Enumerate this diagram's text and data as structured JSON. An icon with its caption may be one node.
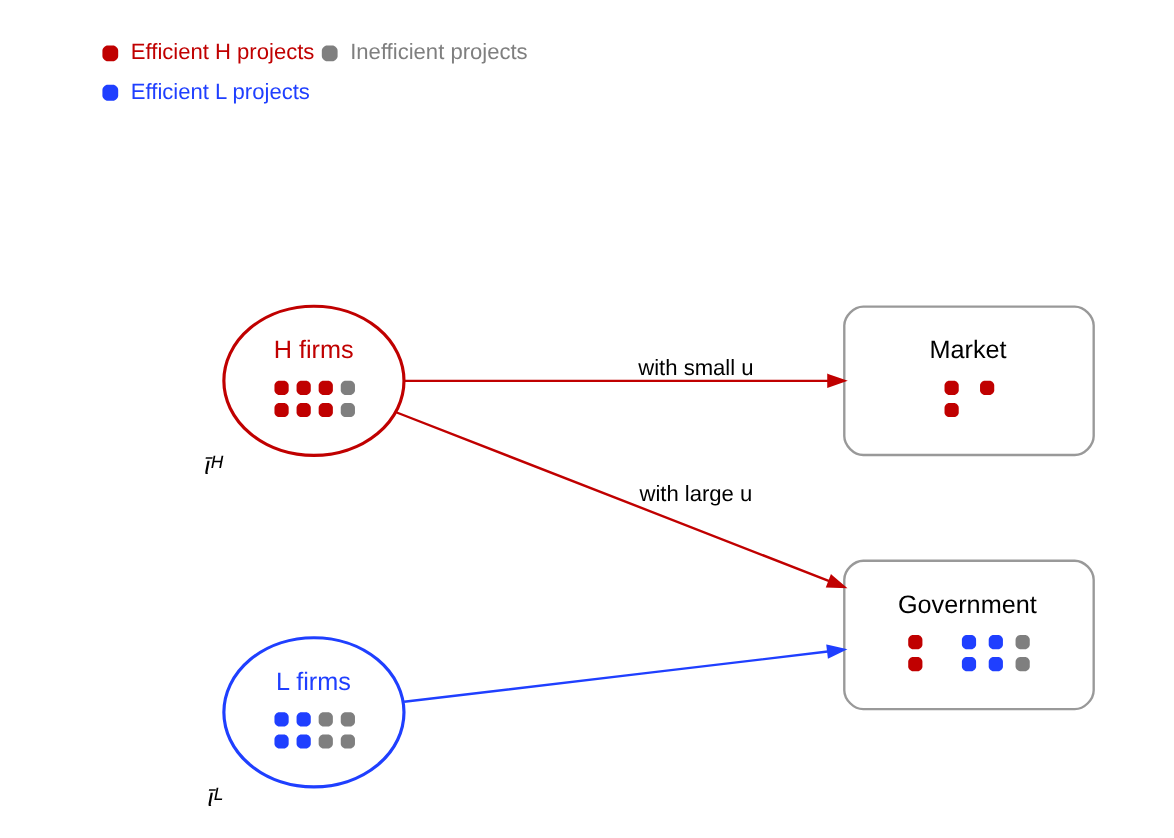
{
  "diagram": {
    "nodes": [
      {
        "text": [
          "H firms"
        ],
        "beside": [
          "ῑᴴ"
        ]
      },
      {
        "text": [
          "Market"
        ]
      },
      {
        "text": [
          "L firms"
        ],
        "beside": [
          "ῑᴸ"
        ]
      },
      {
        "text": [
          "Government"
        ]
      }
    ],
    "edges": [
      {
        "from": 0,
        "to": 1,
        "arrow": "to",
        "label": "with small u"
      },
      {
        "from": 0,
        "to": 3,
        "arrow": "to",
        "label": "with large u"
      },
      {
        "from": 2,
        "to": 3,
        "arrow": "to",
        "color": "#1f3fff"
      }
    ],
    "legend": [
      {
        "text": "Efficient H projects",
        "color": "#c00000"
      },
      {
        "text": "Inefficient projects",
        "color": "#7f7f7f"
      },
      {
        "text": "Efficient L projects",
        "color": "#1f3fff"
      }
    ]
  }
}
